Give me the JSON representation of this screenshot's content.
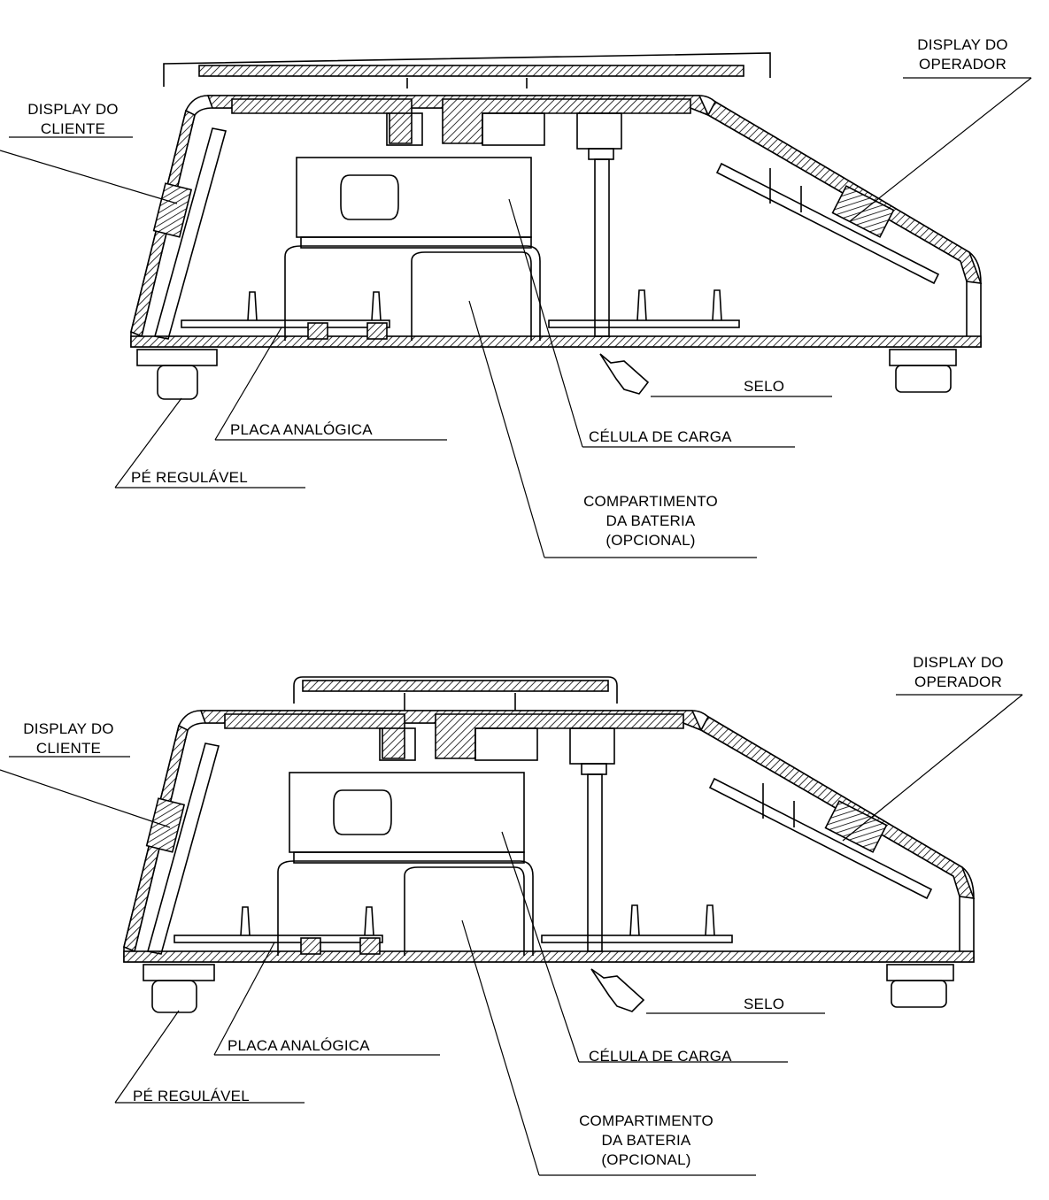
{
  "diagrams": [
    {
      "labels": {
        "operator_display": [
          "DISPLAY DO",
          "OPERADOR"
        ],
        "client_display": [
          "DISPLAY DO",
          "CLIENTE"
        ],
        "seal": "SELO",
        "analog_board": "PLACA ANALÓGICA",
        "load_cell": "CÉLULA DE CARGA",
        "adjustable_foot": "PÉ REGULÁVEL",
        "battery": [
          "COMPARTIMENTO",
          "DA BATERIA",
          "(OPCIONAL)"
        ]
      }
    },
    {
      "labels": {
        "operator_display": [
          "DISPLAY DO",
          "OPERADOR"
        ],
        "client_display": [
          "DISPLAY DO",
          "CLIENTE"
        ],
        "seal": "SELO",
        "analog_board": "PLACA ANALÓGICA",
        "load_cell": "CÉLULA DE CARGA",
        "adjustable_foot": "PÉ REGULÁVEL",
        "battery": [
          "COMPARTIMENTO",
          "DA BATERIA",
          "(OPCIONAL)"
        ]
      }
    }
  ]
}
